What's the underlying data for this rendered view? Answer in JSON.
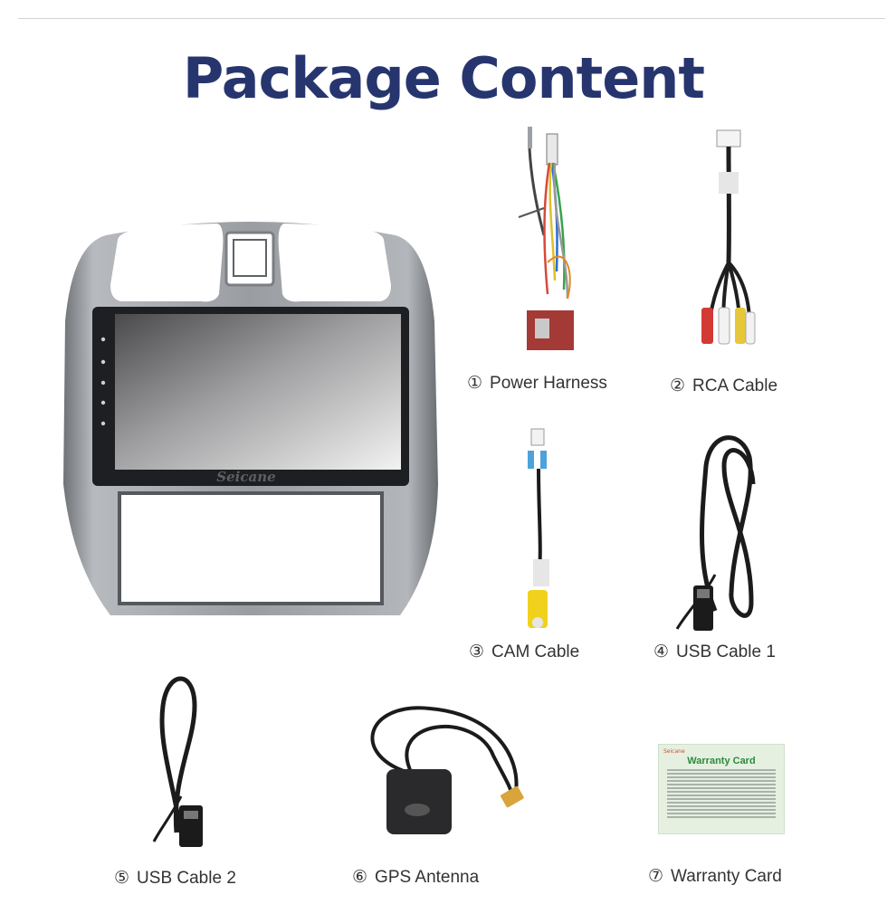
{
  "page": {
    "title": "Package Content"
  },
  "device": {
    "brand_text": "Seicane"
  },
  "items": [
    {
      "num": "①",
      "label": "Power Harness"
    },
    {
      "num": "②",
      "label": "RCA Cable"
    },
    {
      "num": "③",
      "label": "CAM Cable"
    },
    {
      "num": "④",
      "label": "USB Cable 1"
    },
    {
      "num": "⑤",
      "label": "USB Cable 2"
    },
    {
      "num": "⑥",
      "label": "GPS Antenna"
    },
    {
      "num": "⑦",
      "label": "Warranty Card"
    }
  ],
  "warranty_card": {
    "brand": "Seicane",
    "title": "Warranty Card"
  },
  "colors": {
    "title": "#27356f",
    "caption": "#333333",
    "frame": "#9a9da2",
    "card_bg": "#e5f0e1",
    "card_title": "#2c8a3c"
  }
}
